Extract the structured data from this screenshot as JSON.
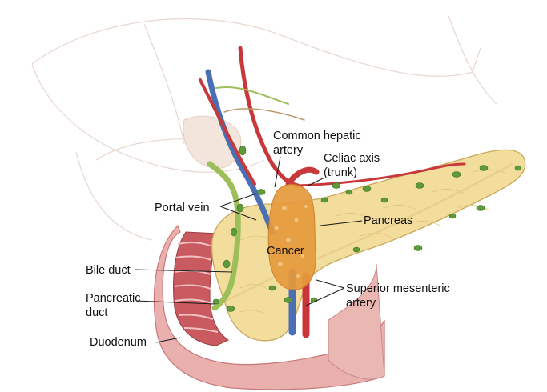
{
  "labels": {
    "common_hepatic_1": "Common hepatic",
    "common_hepatic_2": "artery",
    "celiac_1": "Celiac axis",
    "celiac_2": "(trunk)",
    "portal_vein": "Portal vein",
    "pancreas": "Pancreas",
    "cancer": "Cancer",
    "bile_duct": "Bile duct",
    "pancreatic_duct_1": "Pancreatic",
    "pancreatic_duct_2": "duct",
    "sma_1": "Superior mesenteric",
    "sma_2": "artery",
    "duodenum": "Duodenum"
  },
  "colors": {
    "pancreas": "#f3dd9c",
    "liver_outline": "#e6cfc8",
    "duodenum": "#e9a0a2",
    "duodenum_inner": "#c9585f",
    "artery": "#c8383a",
    "vein": "#4a6fb4",
    "duct": "#9dbf5a",
    "lymph_node": "#5f9a3a",
    "tumor": "#e79a3c"
  }
}
